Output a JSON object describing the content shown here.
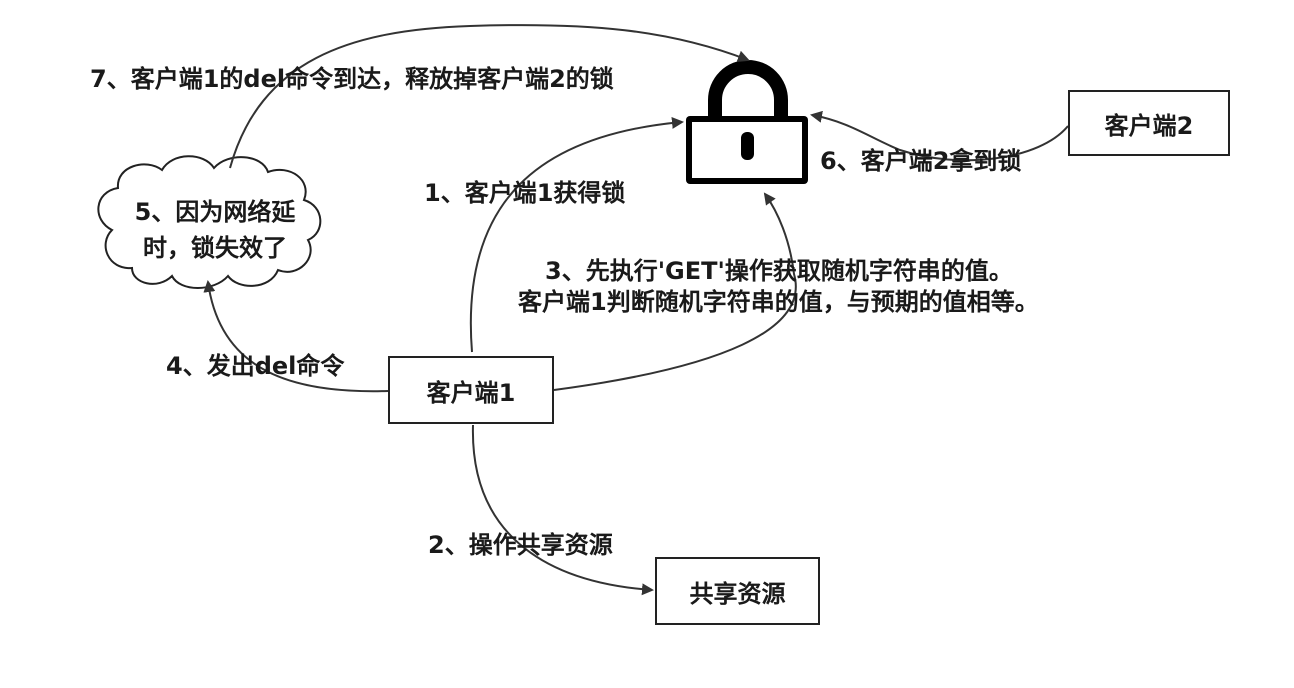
{
  "nodes": {
    "client1": "客户端1",
    "client2": "客户端2",
    "shared_resource": "共享资源",
    "lock_icon": "lock-icon"
  },
  "cloud": {
    "line1": "5、因为网络延",
    "line2": "时，锁失效了"
  },
  "edges": {
    "step1": "1、客户端1获得锁",
    "step2": "2、操作共享资源",
    "step3_line1": "3、先执行'GET'操作获取随机字符串的值。",
    "step3_line2": "客户端1判断随机字符串的值，与预期的值相等。",
    "step4": "4、发出del命令",
    "step6": "6、客户端2拿到锁",
    "step7": "7、客户端1的del命令到达，释放掉客户端2的锁"
  },
  "colors": {
    "stroke": "#222222",
    "arrow": "#333333",
    "lock": "#000000"
  }
}
